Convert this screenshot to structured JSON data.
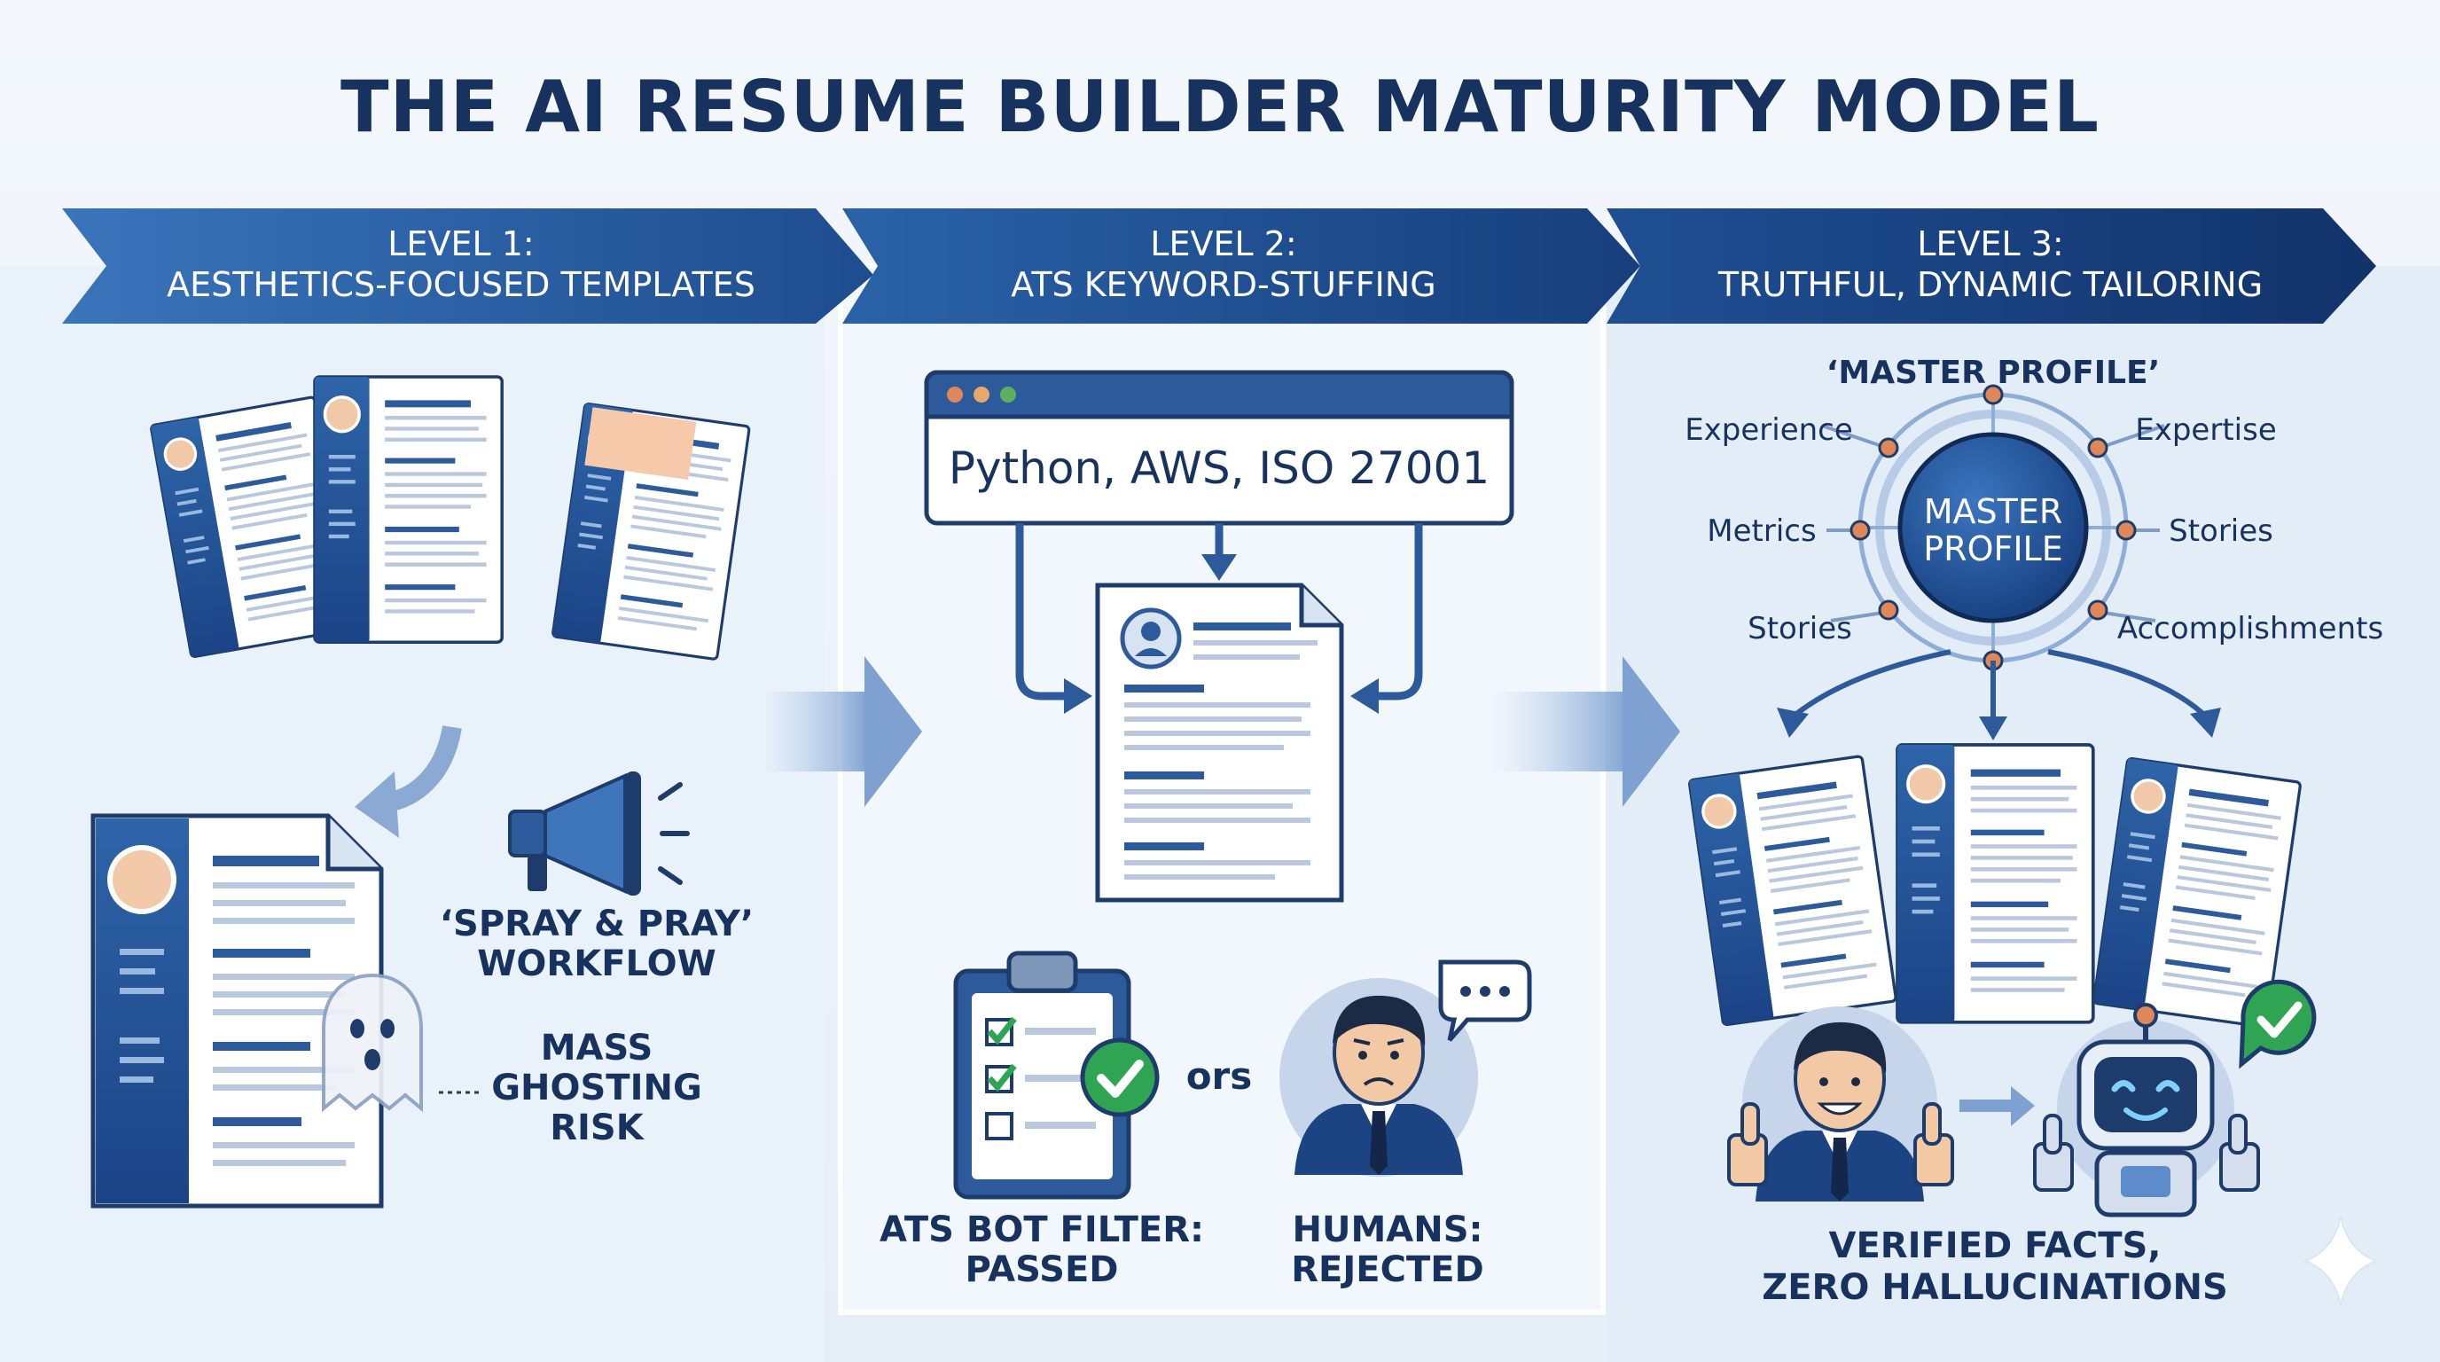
{
  "title": "THE AI RESUME BUILDER MATURITY MODEL",
  "levels": [
    {
      "heading": "LEVEL 1:",
      "subheading": "AESTHETICS-FOCUSED TEMPLATES",
      "labels": {
        "workflow_line1": "‘SPRAY & PRAY’",
        "workflow_line2": "WORKFLOW",
        "risk_line1": "MASS",
        "risk_line2": "GHOSTING",
        "risk_line3": "RISK"
      }
    },
    {
      "heading": "LEVEL 2:",
      "subheading": "ATS KEYWORD-STUFFING",
      "keywords": "Python, AWS, ISO 27001",
      "connector": "ors",
      "bot_line1": "ATS BOT FILTER:",
      "bot_line2": "PASSED",
      "human_line1": "HUMANS:",
      "human_line2": "REJECTED"
    },
    {
      "heading": "LEVEL 3:",
      "subheading": "TRUTHFUL, DYNAMIC TAILORING",
      "hub_caption": "‘MASTER PROFILE’",
      "hub_line1": "MASTER",
      "hub_line2": "PROFILE",
      "nodes": [
        "Experience",
        "Expertise",
        "Metrics",
        "Stories",
        "Stories",
        "Accomplishments"
      ],
      "result_line1": "VERIFIED FACTS,",
      "result_line2": "ZERO HALLUCINATIONS"
    }
  ],
  "colors": {
    "navy": "#17325e",
    "banner_light": "#2f67ad",
    "banner_dark": "#153f7d",
    "check_green": "#2fa553",
    "accent_orange": "#e0875a"
  },
  "icons": [
    "resume-icon",
    "megaphone-icon",
    "ghost-icon",
    "browser-window-icon",
    "clipboard-checklist-icon",
    "check-icon",
    "person-icon",
    "speech-bubble-icon",
    "robot-icon",
    "thumbs-up-icon",
    "sparkle-icon"
  ]
}
